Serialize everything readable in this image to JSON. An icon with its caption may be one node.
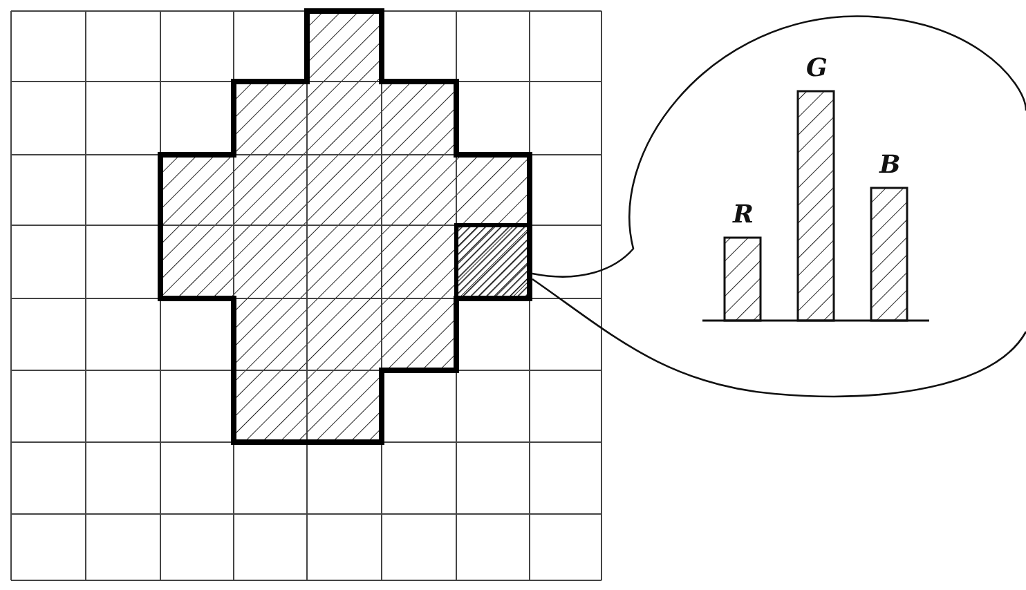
{
  "diagram": {
    "labels": [
      "R",
      "G",
      "B"
    ]
  }
}
